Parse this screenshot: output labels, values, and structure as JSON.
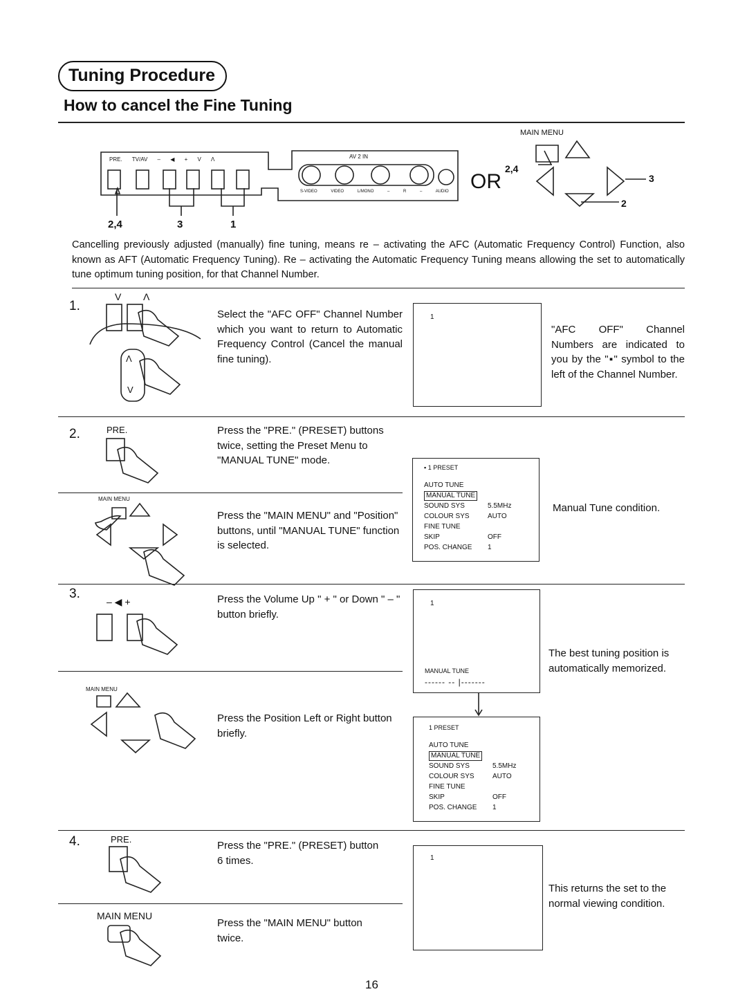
{
  "header": {
    "section_title": "Tuning Procedure",
    "subtitle": "How to cancel the Fine Tuning"
  },
  "panel": {
    "labels": [
      "PRE.",
      "TV/AV",
      "– ◀ +",
      "V",
      "Λ"
    ],
    "av_label": "AV 2 IN",
    "jack_labels": [
      "S-VIDEO",
      "VIDEO",
      "L/MONO",
      "–",
      "R – AUDIO"
    ],
    "callouts": [
      "2,4",
      "3",
      "1"
    ],
    "or_text": "OR",
    "main_menu_label": "MAIN MENU",
    "remote_callouts": [
      "2,4",
      "3",
      "2"
    ]
  },
  "intro": "Cancelling previously adjusted (manually) fine tuning, means re – activating the AFC (Automatic Frequency Control) Function, also known as AFT (Automatic Frequency Tuning). Re – activating the Automatic Frequency Tuning means allowing the set to automatically tune optimum tuning position, for that Channel Number.",
  "steps": [
    {
      "number": "1.",
      "icon_labels": [
        "V",
        "Λ",
        "Λ",
        "V"
      ],
      "text": "Select the \"AFC OFF\" Channel Number which you want to return to Automatic Frequency Control (Cancel the manual fine tuning).",
      "screen_channel": "1",
      "note": "\"AFC OFF\" Channel Numbers are indicated to you by the \"▪\" symbol to the left of the Channel Number."
    },
    {
      "number": "2.",
      "icon_label": "PRE.",
      "text_a": "Press the \"PRE.\" (PRESET) buttons twice, setting the Preset Menu to \"MANUAL TUNE\" mode.",
      "icon_label_b": "MAIN MENU",
      "text_b": "Press the \"MAIN MENU\" and \"Position\" buttons, until \"MANUAL TUNE\" function is selected.",
      "note": "Manual Tune condition."
    },
    {
      "number": "3.",
      "icon_label": "– ◀ +",
      "text_a": "Press the Volume Up \" + \" or Down \" – \" button briefly.",
      "icon_label_b": "MAIN MENU",
      "text_b": "Press the Position Left or Right button briefly.",
      "screen_channel": "1",
      "tune_label": "MANUAL TUNE",
      "tune_bar": "------ -- |-------",
      "note": "The best tuning position is automatically memorized."
    },
    {
      "number": "4.",
      "icon_label": "PRE.",
      "text_a": "Press the \"PRE.\" (PRESET) button 6 times.",
      "icon_label_b": "MAIN MENU",
      "text_b": "Press the \"MAIN MENU\" button twice.",
      "screen_channel": "1",
      "note": "This returns the set to the normal viewing condition."
    }
  ],
  "preset_menu": {
    "header_a": "▪ 1    PRESET",
    "header_b": "1    PRESET",
    "items": [
      {
        "label": "AUTO TUNE",
        "value": ""
      },
      {
        "label": "MANUAL TUNE",
        "value": ""
      },
      {
        "label": "SOUND SYS",
        "value": "5.5MHz"
      },
      {
        "label": "COLOUR SYS",
        "value": "AUTO"
      },
      {
        "label": "FINE TUNE",
        "value": ""
      },
      {
        "label": "SKIP",
        "value": "OFF"
      },
      {
        "label": "POS. CHANGE",
        "value": "1"
      }
    ]
  },
  "page_number": "16"
}
